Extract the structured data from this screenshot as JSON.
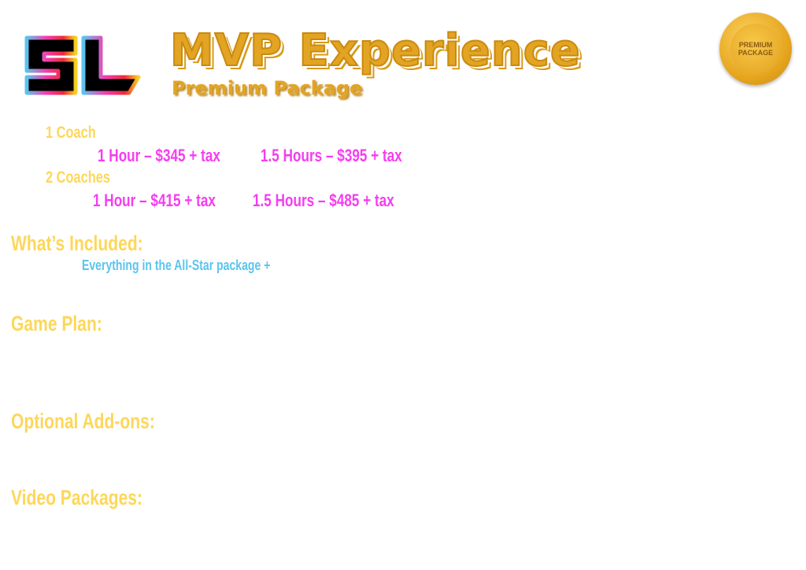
{
  "header": {
    "logo_text": "SL",
    "title": "MVP Experience",
    "subtitle": "Premium Package",
    "badge": {
      "line1": "PREMIUM",
      "line2": "PACKAGE"
    }
  },
  "pricing": [
    {
      "label": "1 Coach",
      "options": [
        {
          "text": "1 Hour – $345 + tax"
        },
        {
          "text": "1.5 Hours – $395 + tax"
        }
      ]
    },
    {
      "label": "2 Coaches",
      "options": [
        {
          "text": "1 Hour – $415 + tax"
        },
        {
          "text": "1.5 Hours – $485 + tax"
        }
      ]
    }
  ],
  "sections": {
    "included": {
      "heading": "What’s Included:",
      "items": [
        "Everything in the All-Star package +"
      ]
    },
    "game_plan": {
      "heading": "Game Plan:"
    },
    "addons": {
      "heading": "Optional Add-ons:"
    },
    "video": {
      "heading": "Video Packages:"
    }
  },
  "colors": {
    "gold": "#e3a423",
    "yellow": "#fdd75a",
    "magenta": "#f53df0",
    "blue": "#5bc4ee"
  }
}
